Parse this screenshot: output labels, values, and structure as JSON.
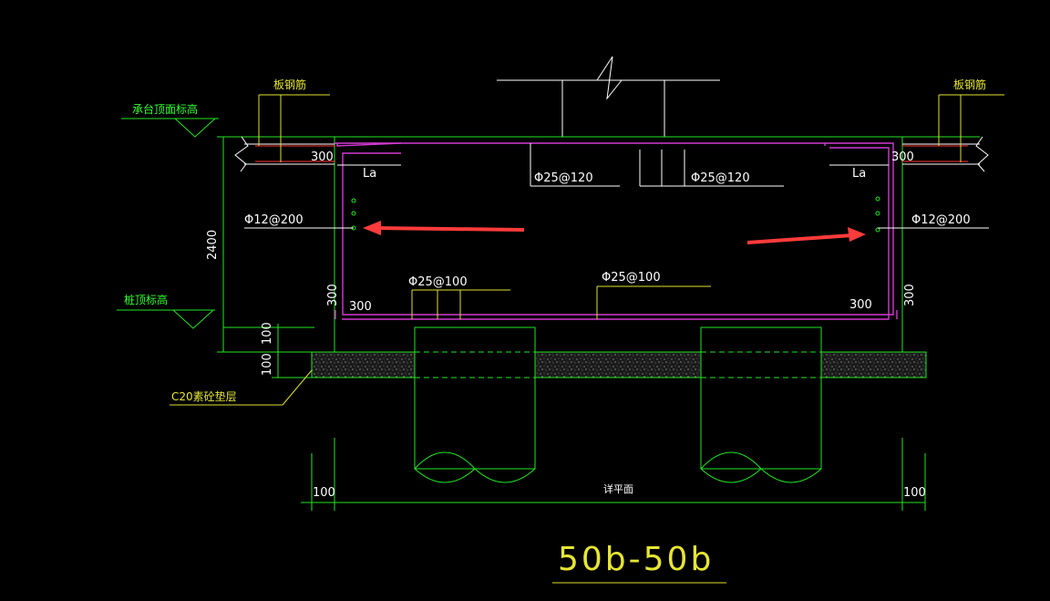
{
  "drawing": {
    "title": "50b-50b",
    "labels": {
      "cap_top_elev": "承台顶面标高",
      "pile_top_elev": "桩顶标高",
      "slab_rebar_left": "板钢筋",
      "slab_rebar_right": "板钢筋",
      "cushion": "C20素砼垫层",
      "see_plan": "详平面",
      "la_left": "La",
      "la_right": "La"
    },
    "rebar": {
      "top_left": "Φ25@120",
      "top_right": "Φ25@120",
      "side_left": "Φ12@200",
      "side_right": "Φ12@200",
      "bottom_left": "Φ25@100",
      "bottom_mid": "Φ25@100"
    },
    "dims": {
      "height_total": "2400",
      "lap_top_left": "300",
      "lap_top_right": "300",
      "cover_left_vert": "300",
      "cover_left_horz": "300",
      "cover_right_vert": "300",
      "cover_right_horz": "300",
      "cushion_thk_1": "100",
      "cushion_thk_2": "100",
      "edge_left": "100",
      "edge_right": "100"
    },
    "colors": {
      "background": "#000000",
      "outline": "#22e622",
      "rebar": "#d23ad2",
      "text": "#ffffff",
      "leader": "#e0e030",
      "arrow": "#ff3b3b"
    }
  }
}
